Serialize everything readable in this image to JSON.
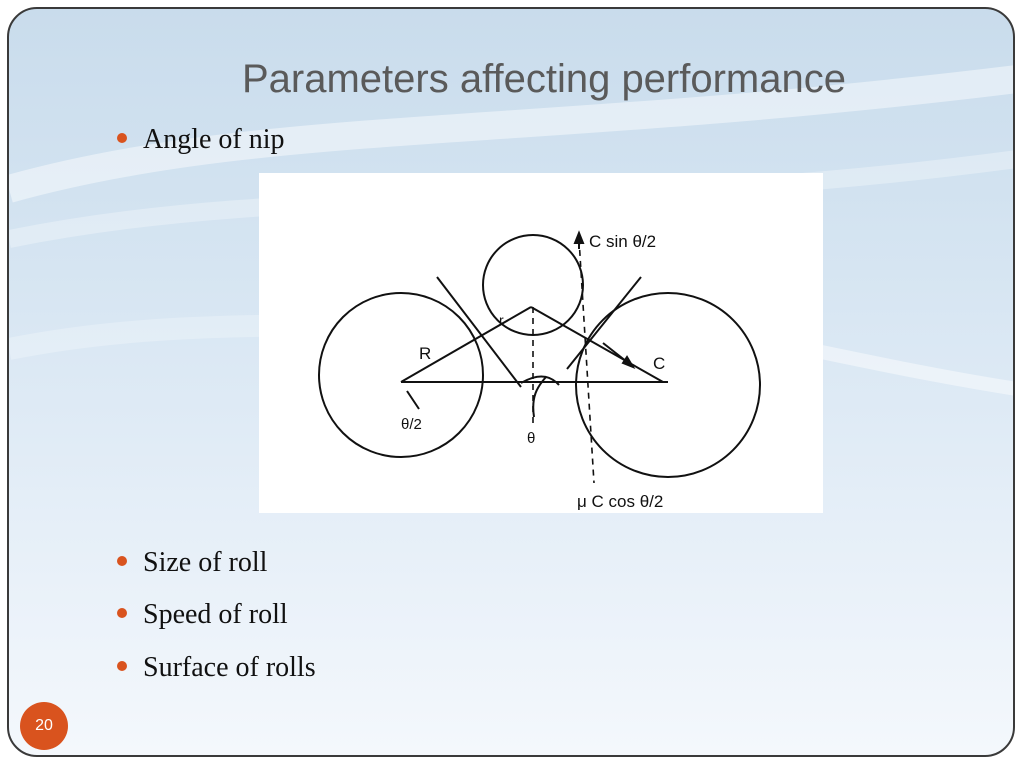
{
  "slide": {
    "title": "Parameters affecting performance",
    "page_number": "20",
    "bullets": [
      "Angle of nip",
      "Size of roll",
      "Speed of roll",
      "Surface of rolls"
    ]
  },
  "figure": {
    "labels": {
      "force_vertical": "C sin θ/2",
      "force_horizontal": "μ C cos θ/2",
      "roll_radius": "R",
      "particle_radius": "r",
      "force": "C",
      "half_angle": "θ/2",
      "nip_angle": "θ"
    }
  },
  "colors": {
    "accent": "#d9531e",
    "title": "#5a5a5a"
  }
}
